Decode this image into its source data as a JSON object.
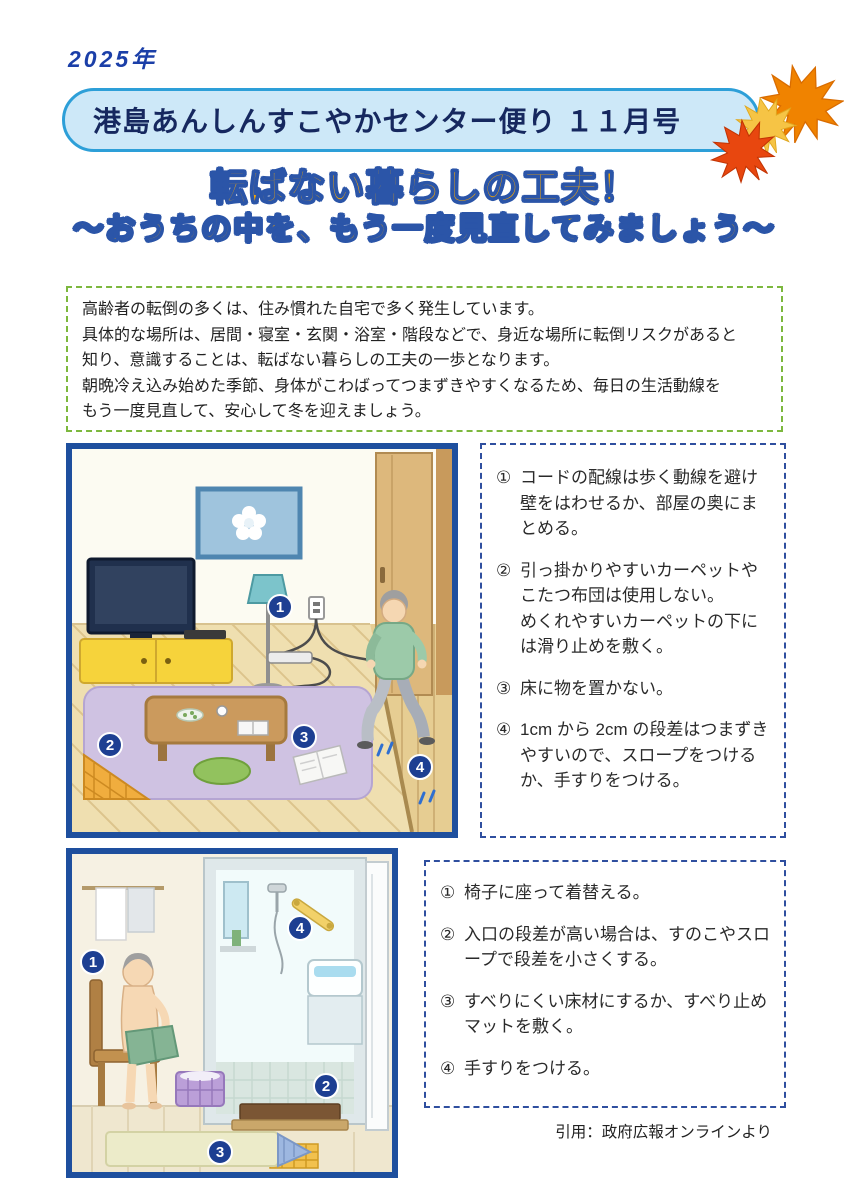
{
  "meta": {
    "year_label": "2025年"
  },
  "header": {
    "title": "港島あんしんすこやかセンター便り １１月号"
  },
  "title": {
    "line1": "転ばない暮らしの工夫！",
    "line2": "～おうちの中を、もう一度見直してみましょう～"
  },
  "intro": {
    "lines": [
      "高齢者の転倒の多くは、住み慣れた自宅で多く発生しています。",
      "具体的な場所は、居間・寝室・玄関・浴室・階段などで、身近な場所に転倒リスクがあると",
      "知り、意識することは、転ばない暮らしの工夫の一歩となります。",
      "朝晩冷え込み始めた季節、身体がこわばってつまずきやすくなるため、毎日の生活動線を",
      "もう一度見直して、安心して冬を迎えましょう。"
    ]
  },
  "living_tips": {
    "items": [
      {
        "num": "①",
        "text": "コードの配線は歩く動線を避け壁をはわせるか、部屋の奥にまとめる。"
      },
      {
        "num": "②",
        "text": "引っ掛かりやすいカーペットやこたつ布団は使用しない。",
        "text2": "めくれやすいカーペットの下には滑り止めを敷く。"
      },
      {
        "num": "③",
        "text": "床に物を置かない。"
      },
      {
        "num": "④",
        "text": "1cm から 2cm の段差はつまずきやすいので、スロープをつけるか、手すりをつける。"
      }
    ]
  },
  "bath_tips": {
    "items": [
      {
        "num": "①",
        "text": "椅子に座って着替える。"
      },
      {
        "num": "②",
        "text": "入口の段差が高い場合は、すのこやスロープで段差を小さくする。"
      },
      {
        "num": "③",
        "text": "すべりにくい床材にするか、すべり止めマットを敷く。"
      },
      {
        "num": "④",
        "text": "手すりをつける。"
      }
    ]
  },
  "living_scene": {
    "badges": [
      "1",
      "2",
      "3",
      "4"
    ]
  },
  "bath_scene": {
    "badges": [
      "1",
      "2",
      "3",
      "4"
    ]
  },
  "footer": {
    "citation": "引用：政府広報オンラインより"
  },
  "colors": {
    "banner_fill": "#cde8f8",
    "banner_border": "#2d9fd8",
    "header_text": "#16285f",
    "title_fill": "#f9a900",
    "title_outline": "#2b55a8",
    "intro_border": "#7cb83e",
    "tips_border": "#2f4f9f",
    "frame_border": "#1e4f9e",
    "badge_fill": "#1d3f92",
    "year_text": "#1b3fa8",
    "leaf_colors": [
      "#f08300",
      "#f6c445",
      "#e8470f"
    ]
  }
}
